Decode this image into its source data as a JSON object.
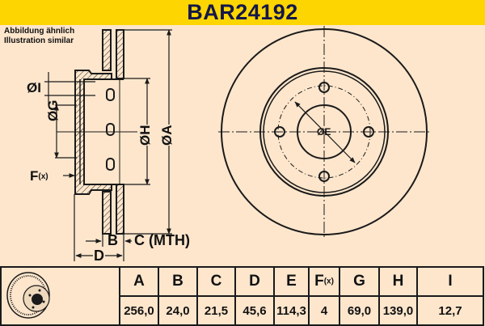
{
  "header": {
    "title": "BAR24192",
    "background": "#fdd500",
    "text_color": "#14174a"
  },
  "note": {
    "line1": "Abbildung ähnlich",
    "line2": "Illustration similar"
  },
  "side_view_labels": {
    "I": "ØI",
    "G": "ØG",
    "H": "ØH",
    "A": "ØA",
    "F": "F",
    "F_sub": "(x)",
    "B": "B",
    "C": "C (MTH)",
    "D": "D"
  },
  "front_view_labels": {
    "E": "ØE"
  },
  "table": {
    "icon": "brake-disc-icon",
    "columns": [
      {
        "key": "A",
        "label": "A",
        "value": "256,0"
      },
      {
        "key": "B",
        "label": "B",
        "value": "24,0"
      },
      {
        "key": "C",
        "label": "C",
        "value": "21,5"
      },
      {
        "key": "D",
        "label": "D",
        "value": "45,6"
      },
      {
        "key": "E",
        "label": "E",
        "value": "114,3"
      },
      {
        "key": "F",
        "label": "F",
        "label_sub": "(x)",
        "value": "4"
      },
      {
        "key": "G",
        "label": "G",
        "value": "69,0"
      },
      {
        "key": "H",
        "label": "H",
        "value": "139,0"
      },
      {
        "key": "I",
        "label": "I",
        "value": "12,7"
      }
    ]
  },
  "colors": {
    "background": "#fde6cc",
    "line": "#1a1a1a"
  }
}
